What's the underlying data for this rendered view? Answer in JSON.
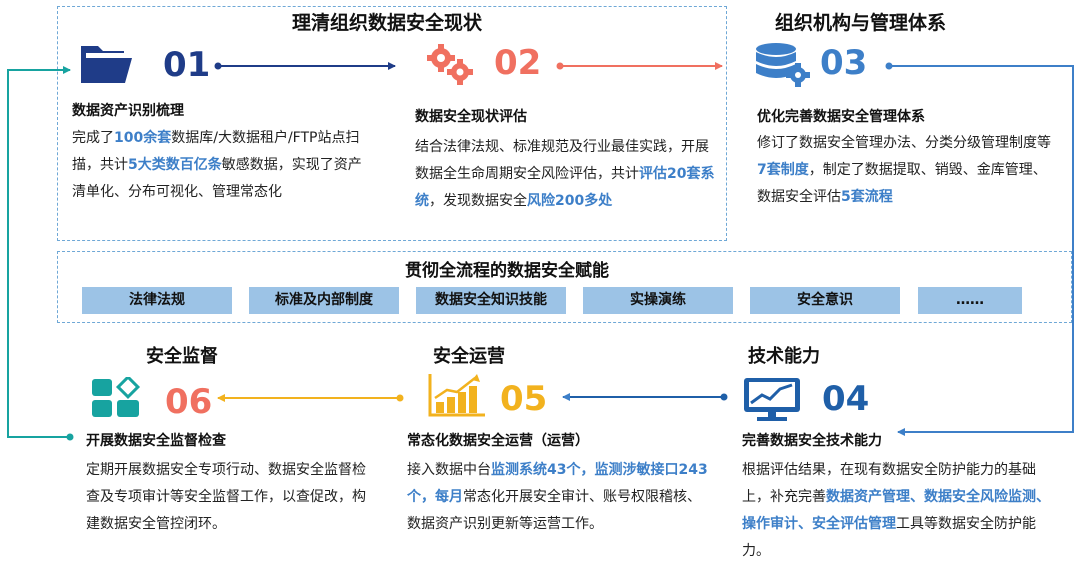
{
  "top_group_title": "理清组织数据安全现状",
  "middle_group_title": "贯彻全流程的数据安全赋能",
  "steps": [
    {
      "num": "01",
      "subtitle": "数据资产识别梳理",
      "body": [
        {
          "t": "完成了"
        },
        {
          "t": "100余套",
          "hl": true
        },
        {
          "t": "数据库/大数据租户/FTP站点扫描，共计"
        },
        {
          "t": "5大类数百亿条",
          "hl": true
        },
        {
          "t": "敏感数据，实现了资产清单化、分布可视化、管理常态化"
        }
      ]
    },
    {
      "num": "02",
      "subtitle": "数据安全现状评估",
      "body": [
        {
          "t": "结合法律法规、标准规范及行业最佳实践，开展数据全生命周期安全风险评估，共计"
        },
        {
          "t": "评估20套系统",
          "hl": true
        },
        {
          "t": "，发现数据安全"
        },
        {
          "t": "风险200多处",
          "hl": true
        }
      ]
    },
    {
      "title": "组织机构与管理体系",
      "num": "03",
      "subtitle": "优化完善数据安全管理体系",
      "body": [
        {
          "t": "修订了数据安全管理办法、分类分级管理制度等"
        },
        {
          "t": "7套制度",
          "hl": true
        },
        {
          "t": "，制定了数据提取、销毁、金库管理、数据安全评估"
        },
        {
          "t": "5套流程",
          "hl": true
        }
      ]
    },
    {
      "title": "技术能力",
      "num": "04",
      "subtitle": "完善数据安全技术能力",
      "body": [
        {
          "t": "根据评估结果，在现有数据安全防护能力的基础上，补充完善"
        },
        {
          "t": "数据资产管理、数据安全风险监测、操作审计、安全评估管理",
          "hl": true
        },
        {
          "t": "工具等数据安全防护能力。"
        }
      ]
    },
    {
      "title": "安全运营",
      "num": "05",
      "subtitle": "常态化数据安全运营（运营）",
      "body": [
        {
          "t": "接入数据中台"
        },
        {
          "t": "监测系统43个，监测涉敏接口243个，每月",
          "hl": true
        },
        {
          "t": "常态化开展安全审计、账号权限稽核、数据资产识别更新等运营工作。"
        }
      ]
    },
    {
      "title": "安全监督",
      "num": "06",
      "subtitle": "开展数据安全监督检查",
      "body": [
        {
          "t": "定期开展数据安全专项行动、数据安全监督检查及专项审计等安全监督工作，以查促改，构建数据安全管控闭环。"
        }
      ]
    }
  ],
  "enablers": [
    "法律法规",
    "标准及内部制度",
    "数据安全知识技能",
    "实操演练",
    "安全意识",
    "……"
  ],
  "icons": {
    "step1": "folder-icon",
    "step2": "gears-icon",
    "step3": "database-gear-icon",
    "step4": "monitor-chart-icon",
    "step5": "bar-chart-icon",
    "step6": "grid-blocks-icon"
  },
  "colors": {
    "navy": "#1f3c88",
    "coral": "#f07060",
    "blue": "#3d7fc8",
    "gold": "#f2b21e",
    "teal": "#17a3a0",
    "highlight": "#3d7fc8",
    "chip": "#9cc3e6"
  }
}
